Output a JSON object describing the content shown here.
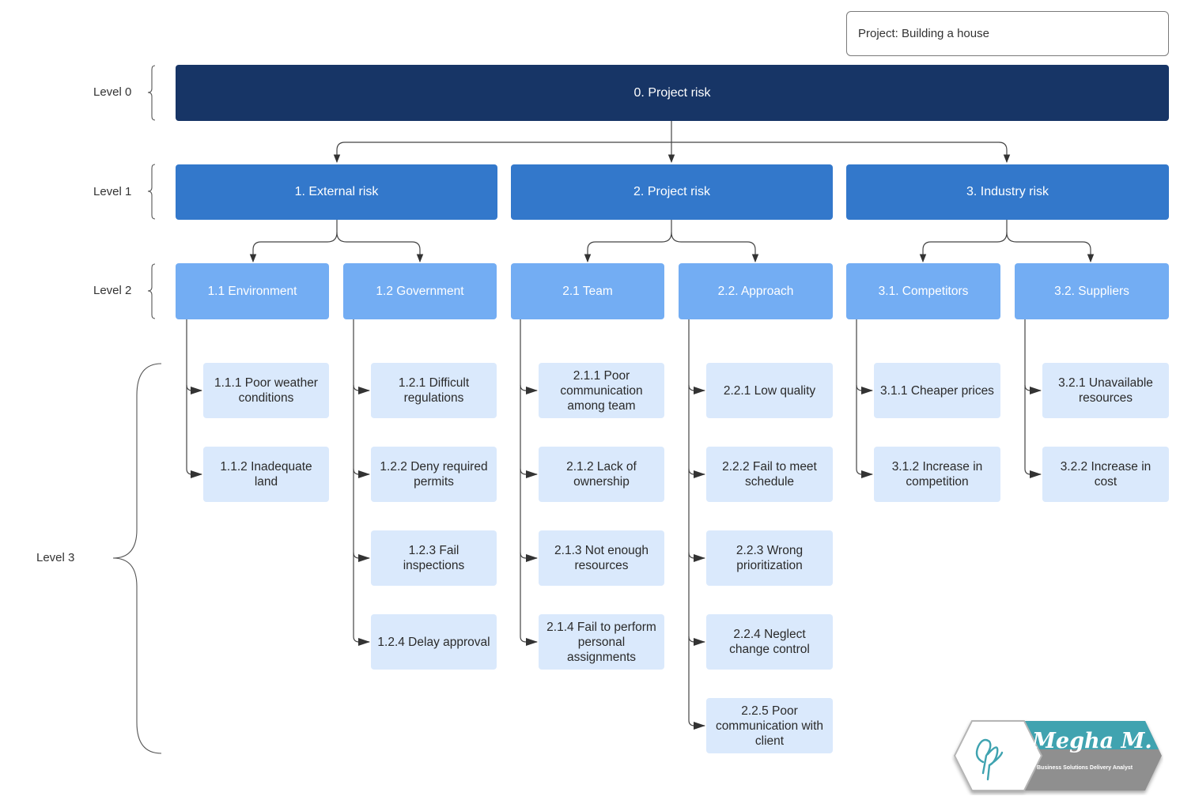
{
  "project_label": "Project: Building a house",
  "levels": {
    "level0": "Level 0",
    "level1": "Level 1",
    "level2": "Level 2",
    "level3": "Level 3"
  },
  "root": {
    "label": "0. Project risk"
  },
  "level1": [
    {
      "label": "1. External risk"
    },
    {
      "label": "2. Project risk"
    },
    {
      "label": "3. Industry risk"
    }
  ],
  "level2": [
    {
      "label": "1.1 Environment"
    },
    {
      "label": "1.2 Government"
    },
    {
      "label": "2.1 Team"
    },
    {
      "label": "2.2. Approach"
    },
    {
      "label": "3.1. Competitors"
    },
    {
      "label": "3.2. Suppliers"
    }
  ],
  "level3": {
    "c11": [
      "1.1.1 Poor weather conditions",
      "1.1.2 Inadequate land"
    ],
    "c12": [
      "1.2.1 Difficult regulations",
      "1.2.2 Deny required permits",
      "1.2.3 Fail inspections",
      "1.2.4 Delay approval"
    ],
    "c21": [
      "2.1.1 Poor communication among team",
      "2.1.2 Lack of ownership",
      "2.1.3 Not enough resources",
      "2.1.4 Fail to perform personal assignments"
    ],
    "c22": [
      "2.2.1 Low quality",
      "2.2.2 Fail to meet schedule",
      "2.2.3 Wrong prioritization",
      "2.2.4 Neglect change control",
      "2.2.5 Poor communication with client"
    ],
    "c31": [
      "3.1.1 Cheaper prices",
      "3.1.2 Increase in competition"
    ],
    "c32": [
      "3.2.1 Unavailable resources",
      "3.2.2 Increase in cost"
    ]
  },
  "logo": {
    "name": "Megha M.",
    "tagline": "Business Solutions Delivery Analyst",
    "colors": {
      "teal": "#3fa3b0",
      "gray": "#8f8f8f"
    }
  },
  "colors": {
    "level0": "#173566",
    "level1": "#3378cb",
    "level2": "#73adf3",
    "level3": "#dae9fc",
    "connector": "#444444"
  }
}
